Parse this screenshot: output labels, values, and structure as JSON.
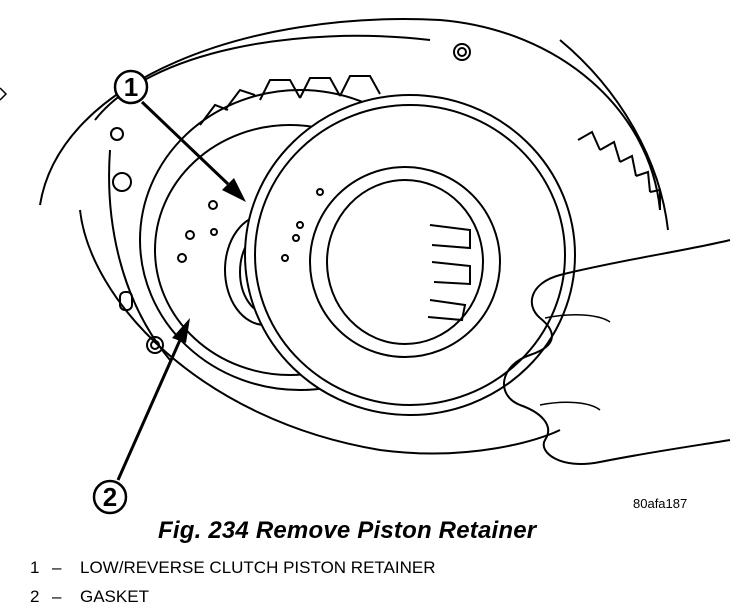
{
  "figure": {
    "image_code": "80afa187",
    "caption": "Fig. 234 Remove Piston Retainer",
    "callouts": [
      "1",
      "2"
    ]
  },
  "legend": [
    {
      "number": "1",
      "separator": "–",
      "text": "LOW/REVERSE CLUTCH PISTON RETAINER"
    },
    {
      "number": "2",
      "separator": "–",
      "text": "GASKET"
    }
  ]
}
